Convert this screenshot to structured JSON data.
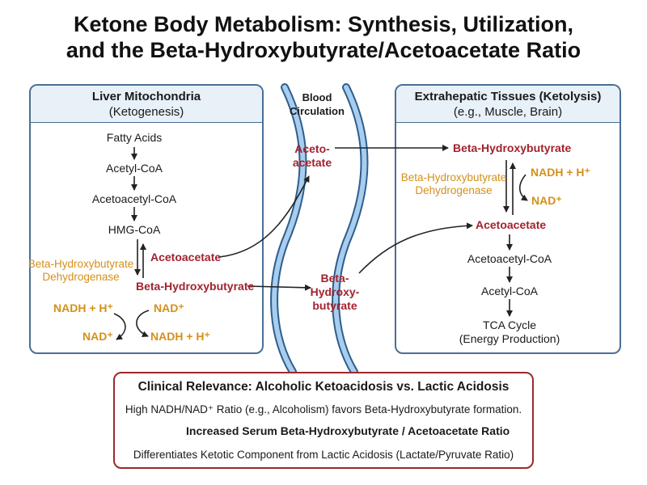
{
  "title": {
    "line1": "Ketone Body Metabolism: Synthesis, Utilization,",
    "line2": "and the Beta-Hydroxybutyrate/Acetoacetate Ratio"
  },
  "liver": {
    "header_main": "Liver Mitochondria",
    "header_sub": "(Ketogenesis)",
    "steps": [
      "Fatty Acids",
      "Acetyl-CoA",
      "Acetoacetyl-CoA",
      "HMG-CoA"
    ],
    "acetoacetate": "Acetoacetate",
    "bhb": "Beta-Hydroxybutyrate",
    "enzyme_line1": "Beta-Hydroxybutyrate",
    "enzyme_line2": "Dehydrogenase",
    "nadh_left": "NADH + H⁺",
    "nad_left": "NAD⁺",
    "nad_right": "NAD⁺",
    "nadh_right": "NADH + H⁺"
  },
  "blood": {
    "header_line1": "Blood",
    "header_line2": "Circulation",
    "aceto_line1": "Aceto-",
    "aceto_line2": "acetate",
    "bhb_line1": "Beta-",
    "bhb_line2": "Hydroxy-",
    "bhb_line3": "butyrate"
  },
  "tissue": {
    "header_main": "Extrahepatic Tissues (Ketolysis)",
    "header_sub": "(e.g., Muscle, Brain)",
    "bhb": "Beta-Hydroxybutyrate",
    "enzyme_line1": "Beta-Hydroxybutyrate",
    "enzyme_line2": "Dehydrogenase",
    "nadh": "NADH + H⁺",
    "nad": "NAD⁺",
    "acetoacetate": "Acetoacetate",
    "steps": [
      "Acetoacetyl-CoA",
      "Acetyl-CoA"
    ],
    "tca_line1": "TCA Cycle",
    "tca_line2": "(Energy Production)"
  },
  "clinical": {
    "title": "Clinical Relevance: Alcoholic Ketoacidosis vs. Lactic Acidosis",
    "line1": "High NADH/NAD⁺ Ratio (e.g., Alcoholism) favors Beta-Hydroxybutyrate formation.",
    "line2": "Increased Serum Beta-Hydroxybutyrate / Acetoacetate Ratio",
    "line3": "Differentiates Ketotic Component from Lactic Acidosis (Lactate/Pyruvate Ratio)"
  },
  "colors": {
    "panel_border": "#4a6f96",
    "panel_header_bg": "#e8f0f8",
    "metabolite_red": "#a3222e",
    "cofactor_orange": "#d4901a",
    "vessel_blue": "#7fb0dc",
    "clinical_border": "#9a2a2a"
  }
}
